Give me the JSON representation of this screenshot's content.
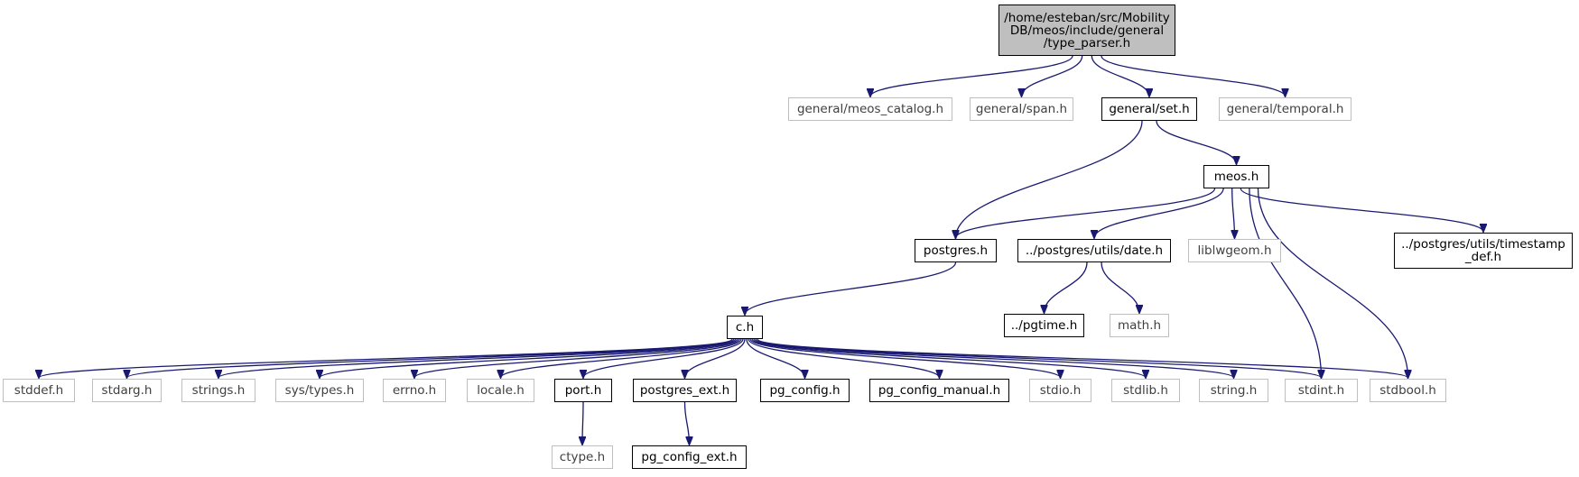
{
  "nodes": [
    {
      "id": "root",
      "label": "/home/esteban/src/Mobility\nDB/meos/include/general\n/type_parser.h",
      "style": "root"
    },
    {
      "id": "meos_catalog",
      "label": "general/meos_catalog.h",
      "style": "ext"
    },
    {
      "id": "span",
      "label": "general/span.h",
      "style": "ext"
    },
    {
      "id": "set",
      "label": "general/set.h",
      "style": "doc"
    },
    {
      "id": "temporal",
      "label": "general/temporal.h",
      "style": "ext"
    },
    {
      "id": "meos",
      "label": "meos.h",
      "style": "doc"
    },
    {
      "id": "postgres",
      "label": "postgres.h",
      "style": "doc"
    },
    {
      "id": "date",
      "label": "../postgres/utils/date.h",
      "style": "doc"
    },
    {
      "id": "liblwgeom",
      "label": "liblwgeom.h",
      "style": "ext"
    },
    {
      "id": "timestamp_def",
      "label": "../postgres/utils/timestamp\n_def.h",
      "style": "doc"
    },
    {
      "id": "c",
      "label": "c.h",
      "style": "doc"
    },
    {
      "id": "pgtime",
      "label": "../pgtime.h",
      "style": "doc"
    },
    {
      "id": "math",
      "label": "math.h",
      "style": "ext"
    },
    {
      "id": "stddef",
      "label": "stddef.h",
      "style": "ext"
    },
    {
      "id": "stdarg",
      "label": "stdarg.h",
      "style": "ext"
    },
    {
      "id": "strings",
      "label": "strings.h",
      "style": "ext"
    },
    {
      "id": "systypes",
      "label": "sys/types.h",
      "style": "ext"
    },
    {
      "id": "errno",
      "label": "errno.h",
      "style": "ext"
    },
    {
      "id": "locale",
      "label": "locale.h",
      "style": "ext"
    },
    {
      "id": "port",
      "label": "port.h",
      "style": "doc"
    },
    {
      "id": "postgres_ext",
      "label": "postgres_ext.h",
      "style": "doc"
    },
    {
      "id": "pg_config",
      "label": "pg_config.h",
      "style": "doc"
    },
    {
      "id": "pg_config_manual",
      "label": "pg_config_manual.h",
      "style": "doc"
    },
    {
      "id": "stdio",
      "label": "stdio.h",
      "style": "ext"
    },
    {
      "id": "stdlib",
      "label": "stdlib.h",
      "style": "ext"
    },
    {
      "id": "string",
      "label": "string.h",
      "style": "ext"
    },
    {
      "id": "stdint",
      "label": "stdint.h",
      "style": "ext"
    },
    {
      "id": "stdbool",
      "label": "stdbool.h",
      "style": "ext"
    },
    {
      "id": "ctype",
      "label": "ctype.h",
      "style": "ext"
    },
    {
      "id": "pg_config_ext",
      "label": "pg_config_ext.h",
      "style": "doc"
    }
  ],
  "edges": [
    [
      "root",
      "meos_catalog"
    ],
    [
      "root",
      "span"
    ],
    [
      "root",
      "set"
    ],
    [
      "root",
      "temporal"
    ],
    [
      "set",
      "postgres"
    ],
    [
      "set",
      "meos"
    ],
    [
      "meos",
      "postgres"
    ],
    [
      "meos",
      "date"
    ],
    [
      "meos",
      "liblwgeom"
    ],
    [
      "meos",
      "timestamp_def"
    ],
    [
      "meos",
      "stdint"
    ],
    [
      "meos",
      "stdbool"
    ],
    [
      "postgres",
      "c"
    ],
    [
      "date",
      "pgtime"
    ],
    [
      "date",
      "math"
    ],
    [
      "c",
      "stddef"
    ],
    [
      "c",
      "stdarg"
    ],
    [
      "c",
      "strings"
    ],
    [
      "c",
      "systypes"
    ],
    [
      "c",
      "errno"
    ],
    [
      "c",
      "locale"
    ],
    [
      "c",
      "port"
    ],
    [
      "c",
      "postgres_ext"
    ],
    [
      "c",
      "pg_config"
    ],
    [
      "c",
      "pg_config_manual"
    ],
    [
      "c",
      "stdio"
    ],
    [
      "c",
      "stdlib"
    ],
    [
      "c",
      "string"
    ],
    [
      "c",
      "stdint"
    ],
    [
      "c",
      "stdbool"
    ],
    [
      "port",
      "ctype"
    ],
    [
      "postgres_ext",
      "pg_config_ext"
    ]
  ],
  "colors": {
    "edge": "#191970",
    "root_fill": "#bfbfbf",
    "external_border": "#bfbfbf",
    "documented_border": "#000000"
  }
}
